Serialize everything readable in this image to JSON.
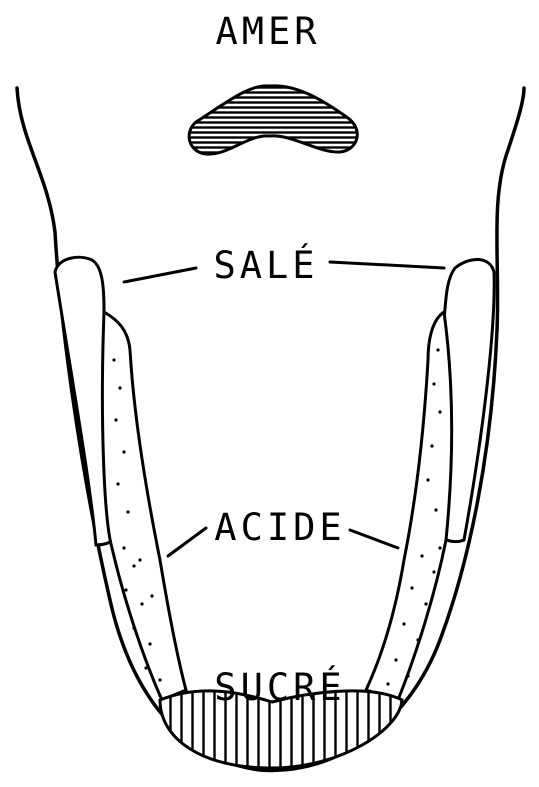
{
  "labels": {
    "bitter": "AMER",
    "salty": "SALÉ",
    "sour": "ACIDE",
    "sweet": "SUCRÉ"
  },
  "colors": {
    "ink": "#000000",
    "paper": "#ffffff"
  }
}
